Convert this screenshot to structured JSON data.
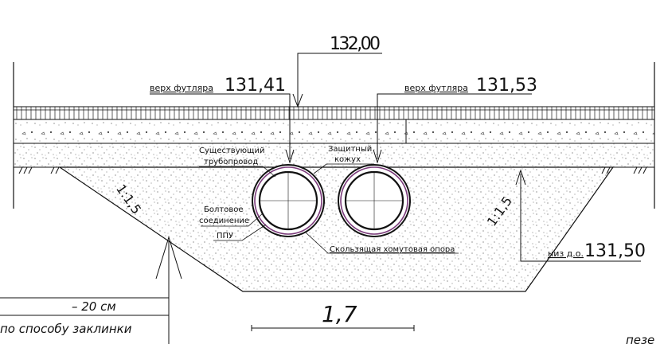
{
  "labels": {
    "top_elevation": "132,00",
    "casing_top_left_label": "верх футляра",
    "casing_top_left_value": "131,41",
    "casing_top_right_label": "верх футляра",
    "casing_top_right_value": "131,53",
    "existing_pipe_line1": "Существующий",
    "existing_pipe_line2": "трубопровод",
    "protective_case_line1": "Защитный",
    "protective_case_line2": "кожух",
    "bolt_line1": "Болтовое",
    "bolt_line2": "соединение",
    "ppu": "ППУ",
    "sliding_support": "Скользящая хомутовая опора",
    "bottom_label": "низ д.о.",
    "bottom_value": "131,50",
    "slope_left": "1:1,5",
    "slope_right": "1:1,5",
    "width": "1,7",
    "note_depth": "– 20 см",
    "note_method": "по способу заклинки",
    "note_corner": "пезе"
  },
  "colors": {
    "line": "#111111",
    "pipe_accent": "#7a3a7a"
  }
}
